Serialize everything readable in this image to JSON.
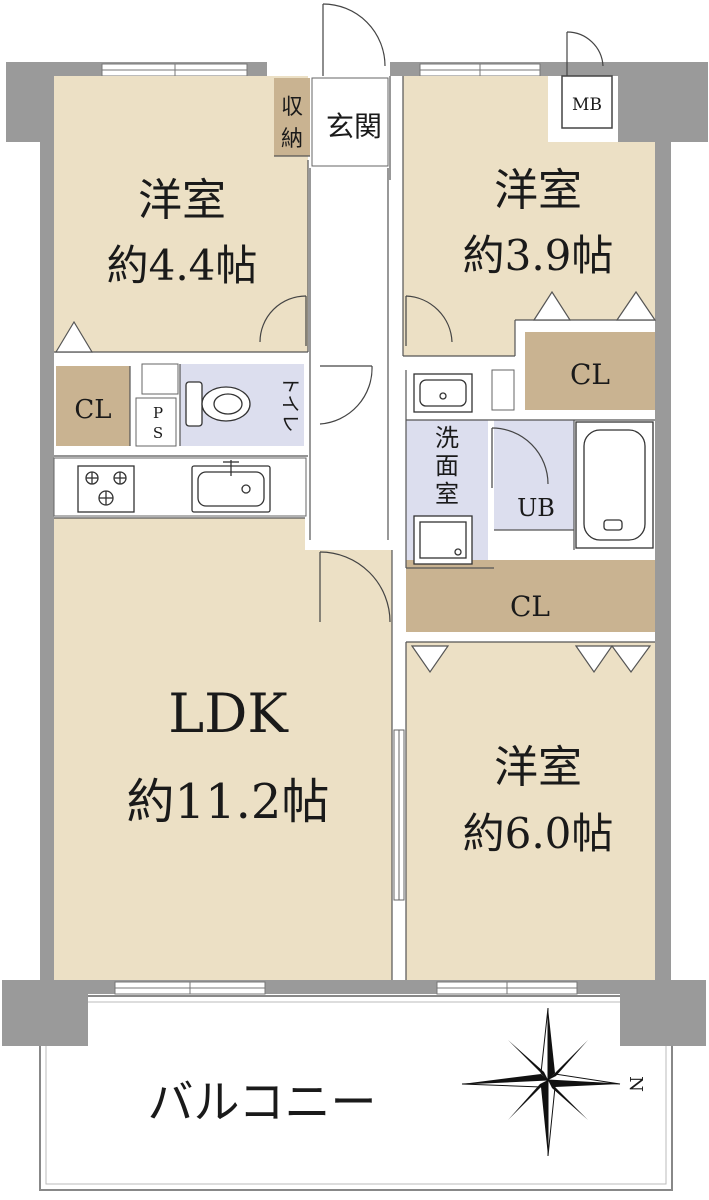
{
  "colors": {
    "room": "#ece0c5",
    "closet": "#c9b391",
    "wet": "#dcdeee",
    "wall": "#9a9a9a",
    "corridor": "#ffffff"
  },
  "rooms": {
    "western_nw": {
      "name": "洋室",
      "size": "約4.4帖"
    },
    "western_ne": {
      "name": "洋室",
      "size": "約3.9帖"
    },
    "western_se": {
      "name": "洋室",
      "size": "約6.0帖"
    },
    "ldk": {
      "name": "LDK",
      "size": "約11.2帖"
    }
  },
  "labels": {
    "storage": [
      "収",
      "納"
    ],
    "entrance": "玄関",
    "mb": "MB",
    "cl": "CL",
    "ps": [
      "P",
      "S"
    ],
    "toilet": "トイレ",
    "washroom": [
      "洗",
      "面",
      "室"
    ],
    "ub": "UB",
    "balcony": "バルコニー",
    "north": "N"
  },
  "icons": [
    "compass-icon",
    "stove-icon",
    "sink-icon",
    "toilet-icon",
    "bathtub-icon",
    "washbasin-icon",
    "washer-pan-icon"
  ]
}
